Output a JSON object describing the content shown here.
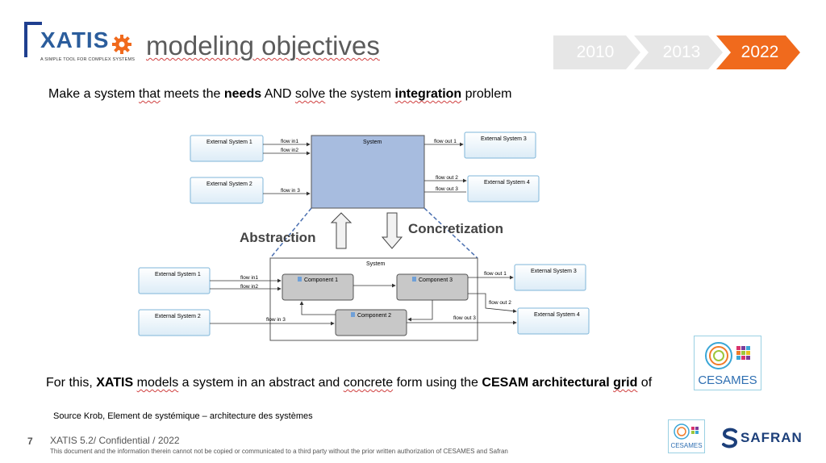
{
  "logo": {
    "word": "XATIS",
    "tagline": "A SIMPLE TOOL FOR COMPLEX SYSTEMS"
  },
  "title": "modeling objectives",
  "years": [
    "2010",
    "2013",
    "2022"
  ],
  "objective": {
    "p1": "Make a system ",
    "p2": "that",
    "p3": " meets the ",
    "needs": "needs",
    "p4": " AND ",
    "solve": "solve",
    "p5": " the system ",
    "integration": "integration",
    "p6": " problem"
  },
  "colors": {
    "accent": "#f06a1d",
    "chevron_inactive": "#e6e6e6",
    "system_fill": "#a7bcdf",
    "component_fill": "#c8c8c8",
    "external_fill": "#eef6fb",
    "external_border": "#7fb6d9"
  },
  "diagram": {
    "abstraction": "Abstraction",
    "concretization": "Concretization",
    "top": {
      "system": "System",
      "ext1": "External System 1",
      "ext2": "External System 2",
      "ext3": "External System 3",
      "ext4": "External System 4",
      "flow_in1": "flow in1",
      "flow_in2": "flow in2",
      "flow_in3": "flow in 3",
      "flow_out1": "flow out 1",
      "flow_out2": "flow out 2",
      "flow_out3": "flow out 3"
    },
    "bottom": {
      "system": "System",
      "ext1": "External System 1",
      "ext2": "External System 2",
      "ext3": "External System 3",
      "ext4": "External System 4",
      "comp1": "Component 1",
      "comp2": "Component 2",
      "comp3": "Component 3",
      "flow_in1": "flow in1",
      "flow_in2": "flow in2",
      "flow_in3": "flow in 3",
      "flow_out1": "flow out 1",
      "flow_out2": "flow out 2",
      "flow_out3": "flow out 3"
    }
  },
  "note": {
    "p1": "For this, ",
    "xatis": "XATIS",
    "p2": " ",
    "models": "models",
    "p3": " a system in an abstract and ",
    "concrete": "concrete",
    "p4": " form using the ",
    "cesam": "CESAM architectural ",
    "grid": "grid",
    "p5": " of"
  },
  "source": "Source Krob, Element de systémique – architecture des systèmes",
  "footer": {
    "page": "7",
    "confidential": "XATIS 5.2/ Confidential / 2022",
    "disclaimer": "This document and the information therein cannot not be copied or communicated to a third party without the prior written authorization of CESAMES and Safran"
  },
  "cesames": {
    "label": "CESAMES"
  },
  "safran": {
    "label": "SAFRAN"
  }
}
